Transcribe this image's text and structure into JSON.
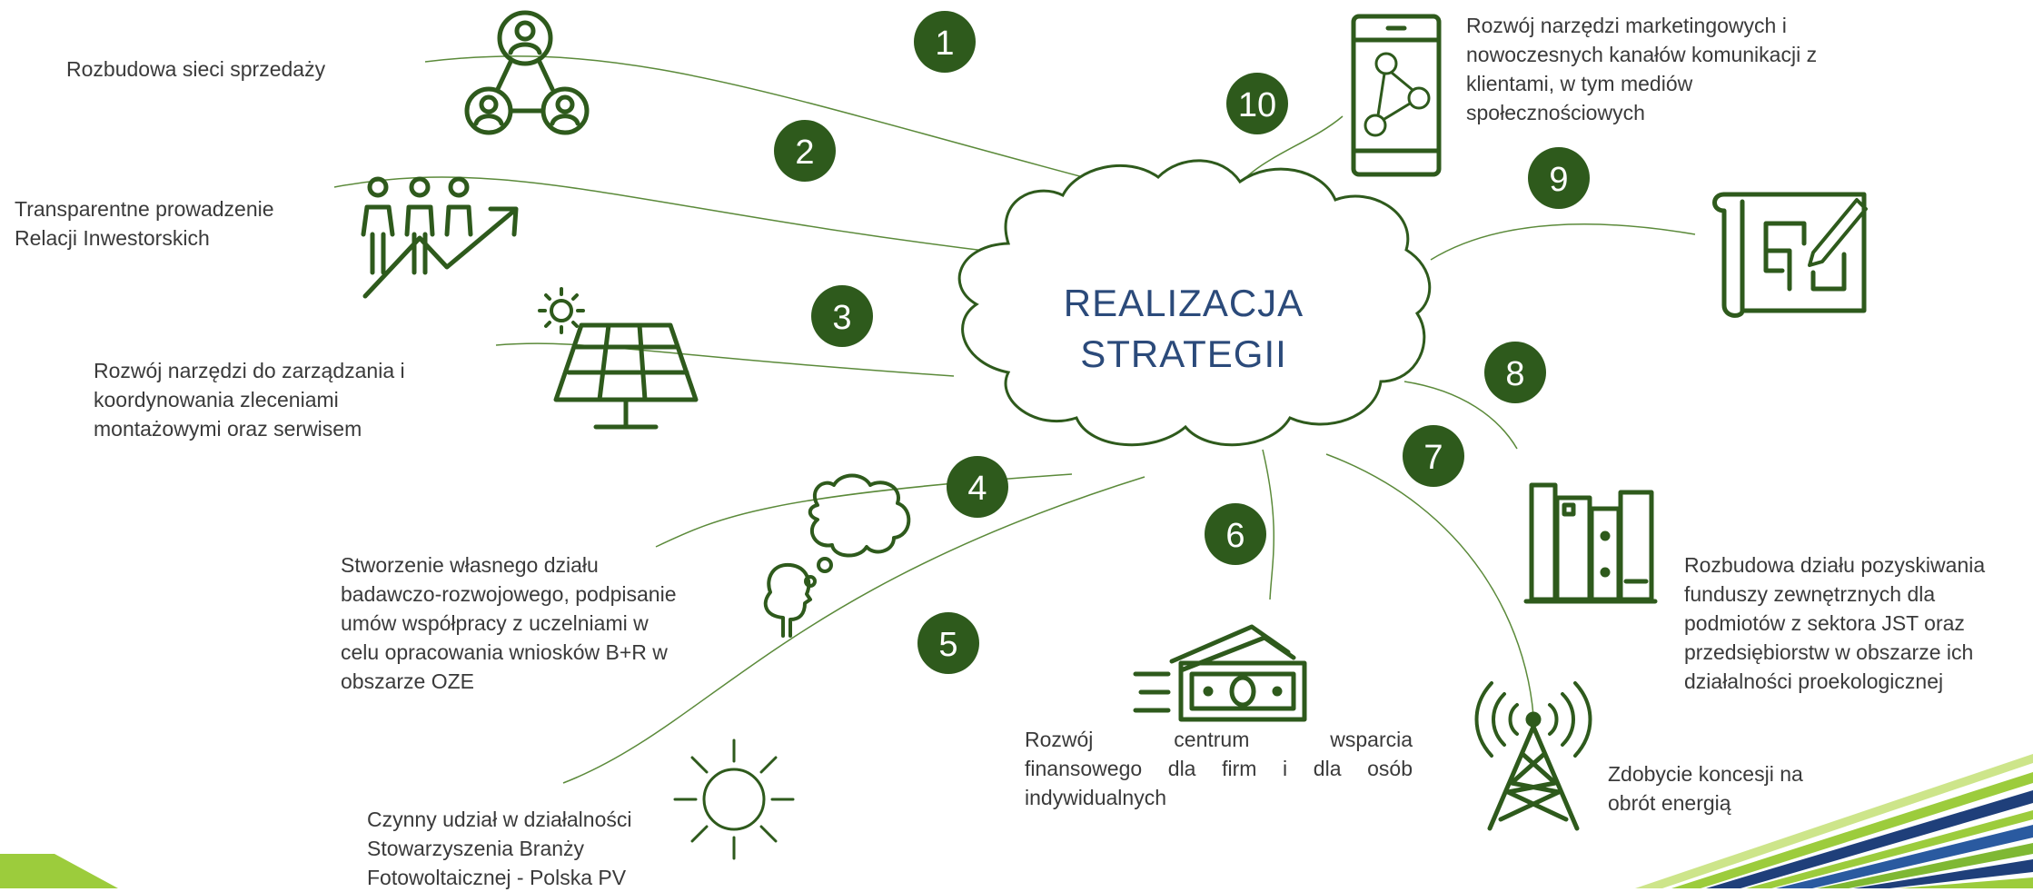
{
  "colors": {
    "accent": "#2e5a1c",
    "stroke": "#2e5a1c",
    "connector": "#5b8a3a",
    "text": "#3a3a3a",
    "title": "#2b4a7a",
    "stripe_light": "#9ccc3c",
    "stripe_dark": "#1f3f7a"
  },
  "center": {
    "line1": "REALIZACJA",
    "line2": "STRATEGII"
  },
  "items": [
    {
      "num": "1",
      "icon": "people-network-icon",
      "text": [
        "Rozbudowa sieci sprzedaży"
      ]
    },
    {
      "num": "2",
      "icon": "investors-growth-icon",
      "text": [
        "Transparentne prowadzenie",
        "Relacji Inwestorskich"
      ]
    },
    {
      "num": "3",
      "icon": "solar-panel-icon",
      "text": [
        "Rozwój narzędzi do zarządzania i",
        "koordynowania zleceniami",
        "montażowymi oraz serwisem"
      ]
    },
    {
      "num": "4",
      "icon": "thinking-head-icon",
      "text": [
        "Stworzenie własnego działu",
        "badawczo-rozwojowego, podpisanie",
        "umów współpracy z uczelniami w",
        "celu opracowania wniosków B+R w",
        "obszarze OZE"
      ]
    },
    {
      "num": "5",
      "icon": "sun-icon",
      "text": [
        "Czynny udział w działalności",
        "Stowarzyszenia Branży",
        "Fotowoltaicznej - Polska PV"
      ]
    },
    {
      "num": "6",
      "icon": "money-icon",
      "text": [
        "Rozwój centrum wsparcia",
        "finansowego dla firm i dla osób",
        "indywidualnych"
      ]
    },
    {
      "num": "7",
      "icon": "transmission-tower-icon",
      "text": [
        "Zdobycie koncesji na",
        "obrót energią"
      ]
    },
    {
      "num": "8",
      "icon": "binders-icon",
      "text": [
        "Rozbudowa działu pozyskiwania",
        "funduszy zewnętrznych dla",
        "podmiotów z sektora JST oraz",
        "przedsiębiorstw w obszarze ich",
        "działalności proekologicznej"
      ]
    },
    {
      "num": "9",
      "icon": "blueprint-pencil-icon",
      "text": []
    },
    {
      "num": "10",
      "icon": "smartphone-network-icon",
      "text": [
        "Rozwój narzędzi marketingowych i",
        "nowoczesnych kanałów komunikacji z",
        "klientami, w tym mediów",
        "społecznościowych"
      ]
    }
  ]
}
